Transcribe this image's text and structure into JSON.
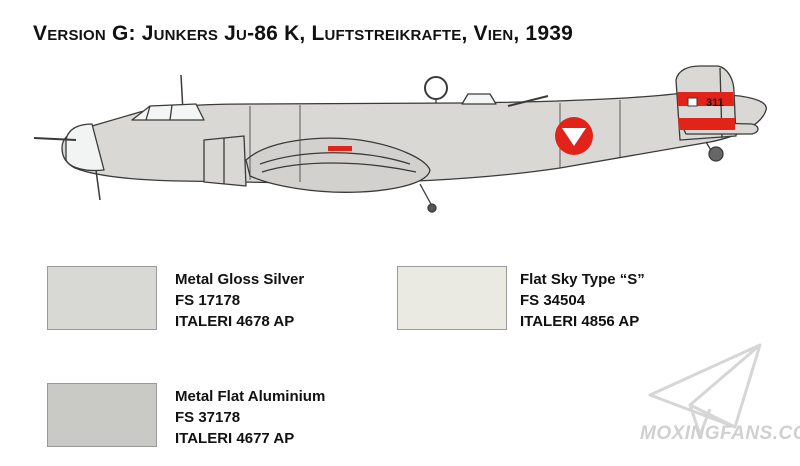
{
  "title": "Version G:  Junkers Ju-86 K, Luftstreikrafte,  Vien, 1939",
  "aircraft": {
    "tail_code": "311",
    "colors": {
      "fuselage": "#d9d8d4",
      "outline": "#3a3a3a",
      "marking_red": "#e2231a",
      "glass": "#f4f6f6"
    }
  },
  "paints": [
    {
      "name": "Metal Gloss Silver",
      "fs": "FS 17178",
      "italeri": "ITALERI 4678 AP",
      "color": "#d8d8d4"
    },
    {
      "name": "Flat Sky Type “S”",
      "fs": "FS 34504",
      "italeri": "ITALERI 4856 AP",
      "color": "#ebeae2"
    },
    {
      "name": "Metal Flat Aluminium",
      "fs": "FS 37178",
      "italeri": "ITALERI 4677 AP",
      "color": "#c9cac6"
    }
  ],
  "watermark": {
    "text": "MOXINGFANS.COM",
    "icon": "paper-plane-icon"
  }
}
